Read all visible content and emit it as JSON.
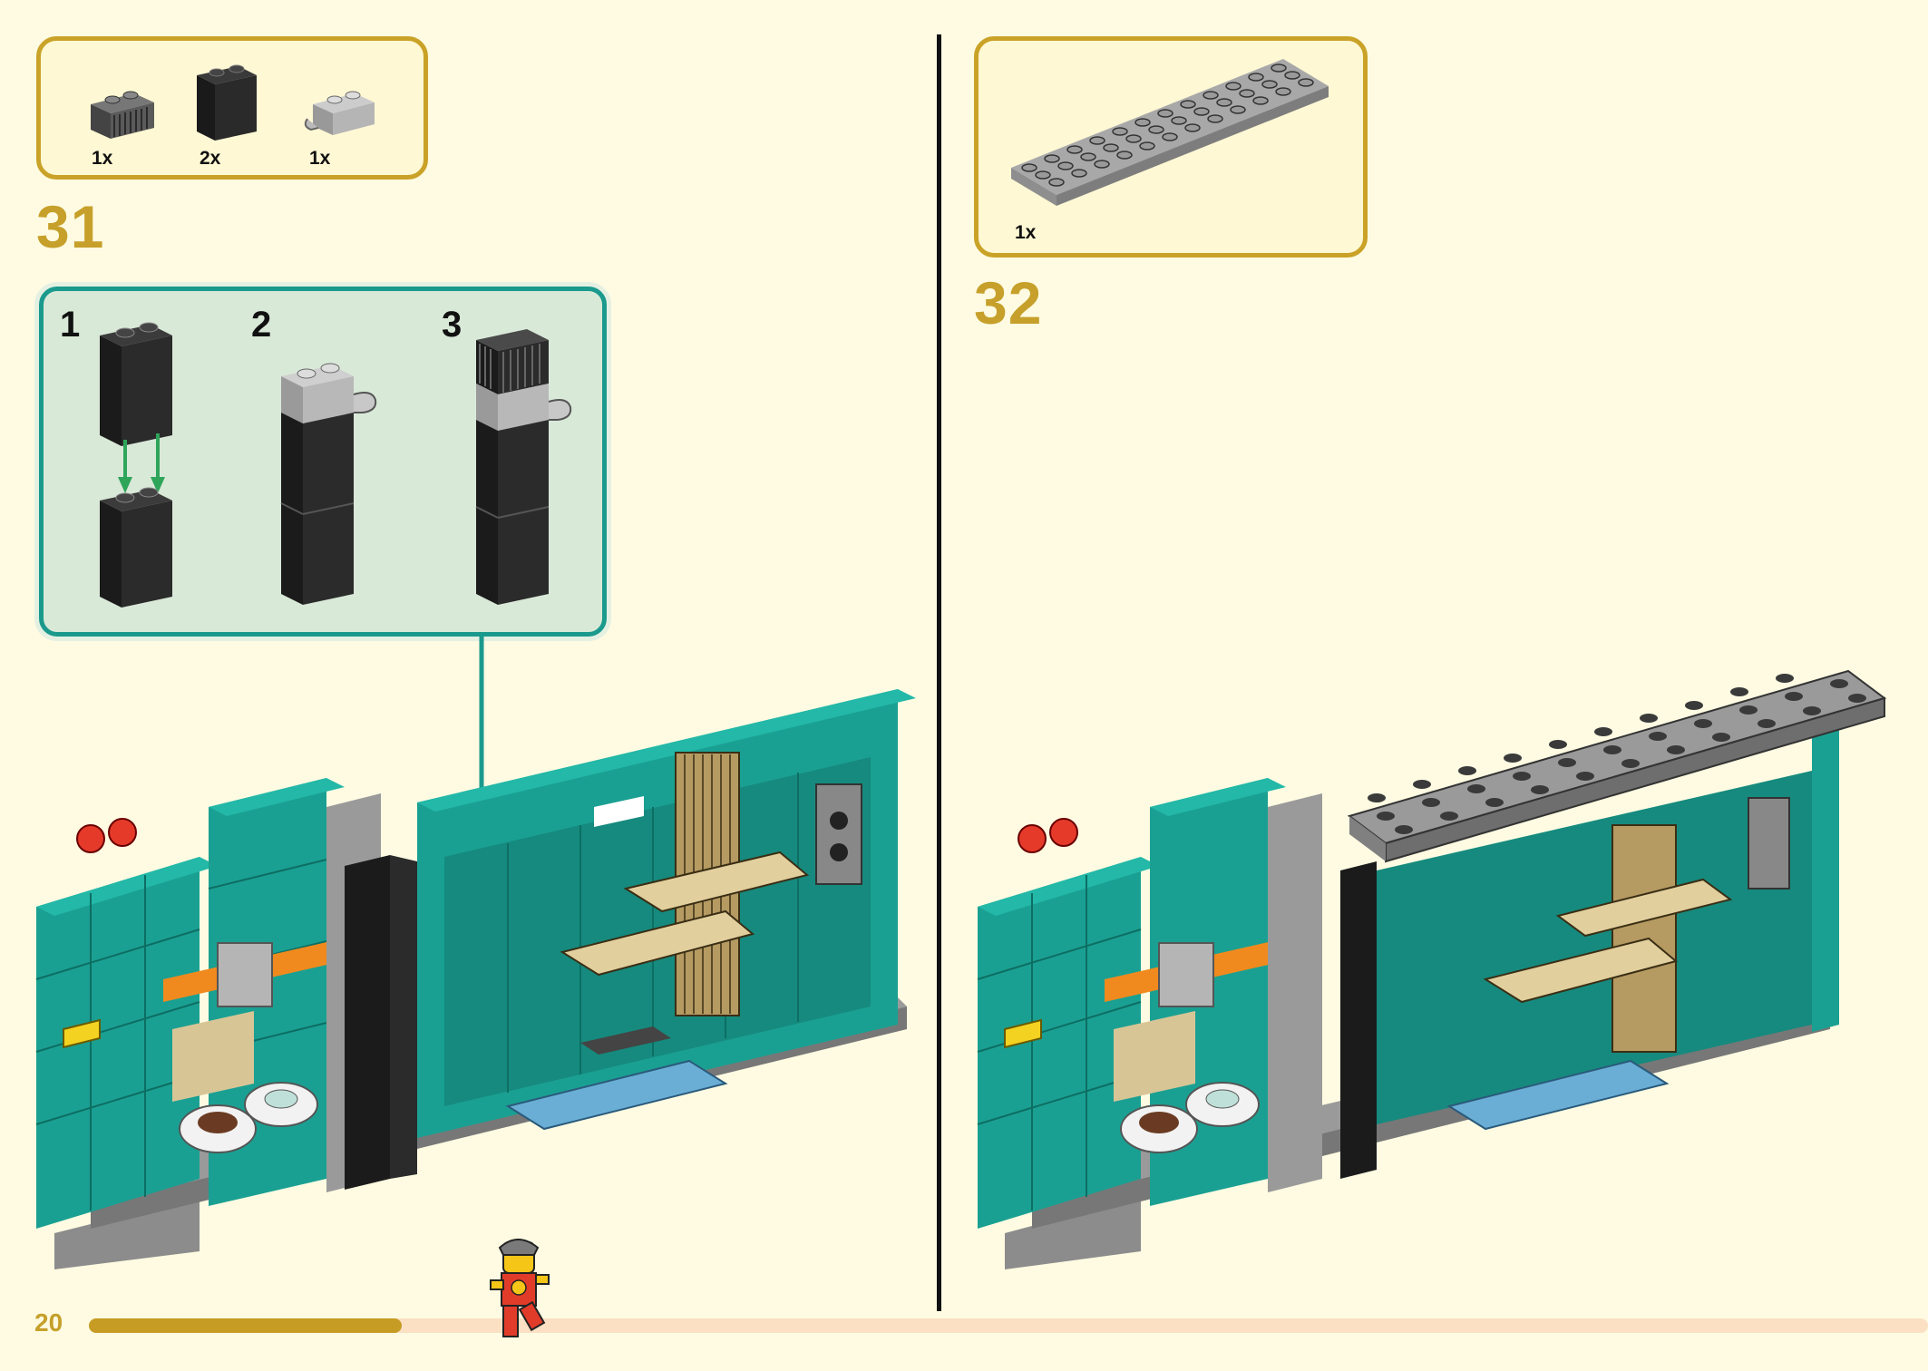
{
  "page": {
    "number": "20",
    "progress_fraction": 0.17
  },
  "step31": {
    "number": "31",
    "parts": [
      {
        "qty": "1x",
        "icon": "dark-grey-grille-brick-icon"
      },
      {
        "qty": "2x",
        "icon": "black-brick-1x2x2-icon"
      },
      {
        "qty": "1x",
        "icon": "grey-clip-brick-icon"
      }
    ],
    "substeps": [
      "1",
      "2",
      "3"
    ]
  },
  "step32": {
    "number": "32",
    "parts": [
      {
        "qty": "1x",
        "icon": "grey-plate-4x12-icon"
      }
    ]
  },
  "colors": {
    "accent_gold": "#c6a02a",
    "teal": "#1aa092",
    "background": "#fefbe2"
  }
}
